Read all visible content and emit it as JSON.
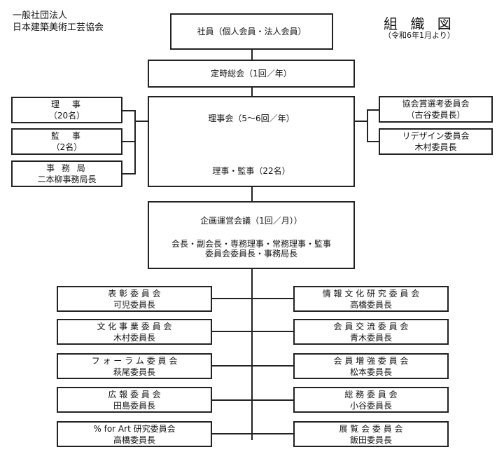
{
  "header": {
    "org_line1": "一般社団法人",
    "org_line2": "日本建築美術工芸協会",
    "title": "組 織 図",
    "subtitle": "（令和6年1月より）"
  },
  "members": "社員（個人会員・法人会員）",
  "general_meeting": "定時総会（1回／年）",
  "board": {
    "line1": "理事会（5～6回／年）",
    "line2": "理事・監事（22名）"
  },
  "left_officers": [
    {
      "label": "理　事",
      "detail": "（20名）"
    },
    {
      "label": "監　事",
      "detail": "（2名）"
    },
    {
      "label": "事 務 局",
      "detail": "二本柳事務局長"
    }
  ],
  "right_committees": [
    {
      "label": "協会賞選考委員会",
      "detail": "（古谷委員長）"
    },
    {
      "label": "リデザイン委員会",
      "detail": "木村委員長"
    }
  ],
  "planning": {
    "title": "企画運営会議（1回／月））",
    "line1": "会長・副会長・専務理事・常務理事・監事",
    "line2": "委員会委員長・事務局長"
  },
  "committees_left": [
    {
      "label": "表 彰 委 員 会",
      "chair": "可児委員長"
    },
    {
      "label": "文 化 事 業 委 員 会",
      "chair": "木村委員長"
    },
    {
      "label": "フ ォ ー ラ ム 委 員 会",
      "chair": "萩尾委員長"
    },
    {
      "label": "広 報 委 員 会",
      "chair": "田島委員長"
    },
    {
      "label": "% for Art 研究委員会",
      "chair": "高橋委員長"
    }
  ],
  "committees_right": [
    {
      "label": "情 報 文 化 研 究 委 員 会",
      "chair": "高橋委員長"
    },
    {
      "label": "会 員 交 流 委 員 会",
      "chair": "青木委員長"
    },
    {
      "label": "会 員 増 強 委 員 会",
      "chair": "松本委員長"
    },
    {
      "label": "総 務 委 員 会",
      "chair": "小谷委員長"
    },
    {
      "label": "展 覧 会 委 員 会",
      "chair": "飯田委員長"
    }
  ]
}
